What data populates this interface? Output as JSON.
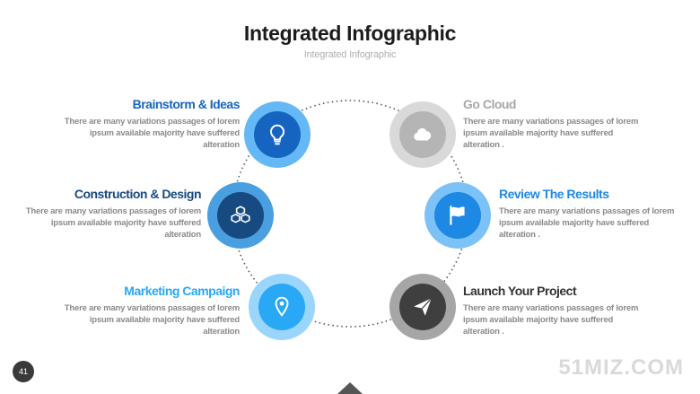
{
  "header": {
    "title": "Integrated Infographic",
    "subtitle": "Integrated Infographic"
  },
  "colors": {
    "blue_dark": "#1565c0",
    "blue_mid": "#1e88e5",
    "blue_light": "#29a8f6",
    "gray_light": "#b5b5b5",
    "gray_dark": "#3f3f3f",
    "text_gray": "#8a8a8a"
  },
  "items": [
    {
      "heading": "Brainstorm & Ideas",
      "desc": "There are many variations passages of lorem\nipsum available  majority have suffered\nalteration",
      "icon": "lightbulb-icon"
    },
    {
      "heading": "Construction & Design",
      "desc": "There are many variations passages of lorem\nipsum available  majority have suffered\nalteration",
      "icon": "cubes-icon"
    },
    {
      "heading": "Marketing Campaign",
      "desc": "There are many variations passages of lorem\nipsum available  majority have suffered\nalteration",
      "icon": "map-pin-icon"
    },
    {
      "heading": "Go Cloud",
      "desc": "There are many variations passages of lorem\nipsum available  majority have suffered\nalteration .",
      "icon": "cloud-icon"
    },
    {
      "heading": "Review The Results",
      "desc": "There are many variations passages of lorem\nipsum available  majority have suffered\nalteration .",
      "icon": "flag-icon"
    },
    {
      "heading": "Launch Your Project",
      "desc": "There are many variations passages of lorem\nipsum available  majority have suffered\nalteration .",
      "icon": "paper-plane-icon"
    }
  ],
  "footer": {
    "page_number": "41",
    "watermark": "51MIZ.COM"
  }
}
